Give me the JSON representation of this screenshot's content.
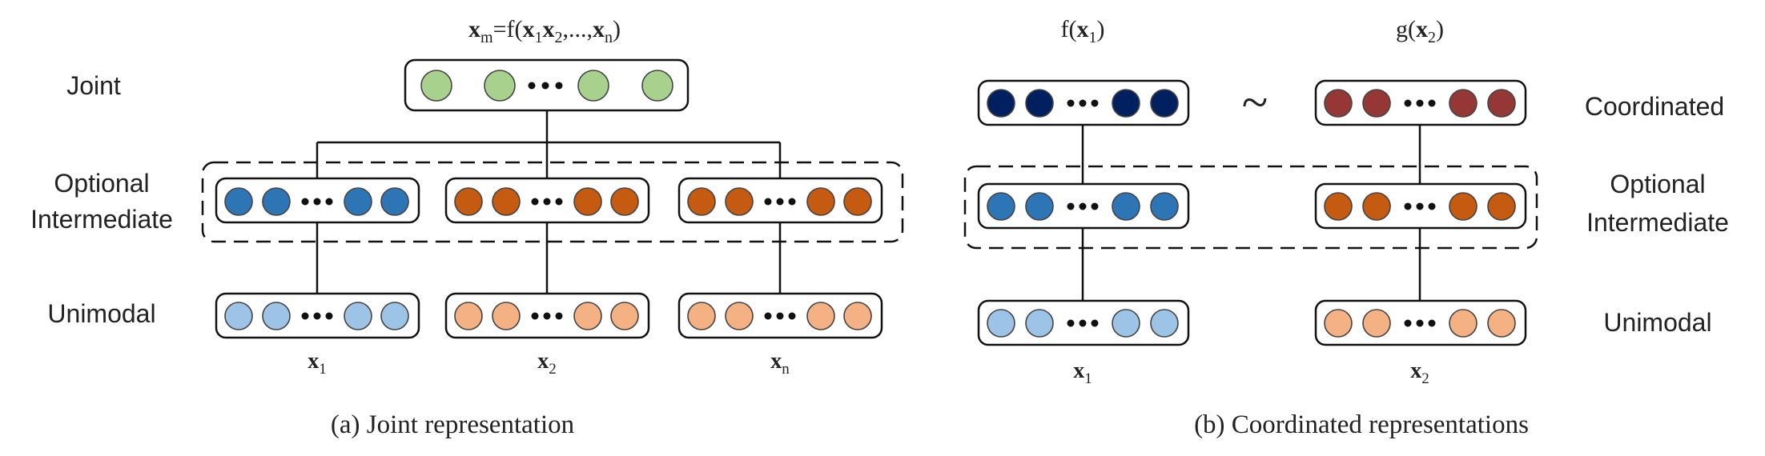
{
  "colors": {
    "green": "#a9d18e",
    "blue": "#2e75b6",
    "orange": "#c55a11",
    "light_blue": "#9dc3e6",
    "light_orange": "#f4b183",
    "navy": "#002060",
    "dark_red": "#953735"
  },
  "panel_a": {
    "top_formula": {
      "parts": [
        {
          "t": "x",
          "w": "bold"
        },
        {
          "t": "m",
          "sub": true
        },
        {
          "t": "=f("
        },
        {
          "t": "x",
          "w": "bold"
        },
        {
          "t": "1",
          "sub": true
        },
        {
          "t": "x",
          "w": "bold"
        },
        {
          "t": "2",
          "sub": true
        },
        {
          "t": ",...,"
        },
        {
          "t": "x",
          "w": "bold"
        },
        {
          "t": "n",
          "sub": true
        },
        {
          "t": ")"
        }
      ]
    },
    "labels": {
      "joint": "Joint",
      "optional_line1": "Optional",
      "optional_line2": "Intermediate",
      "unimodal": "Unimodal"
    },
    "inputs": [
      {
        "var": "x",
        "sub": "1"
      },
      {
        "var": "x",
        "sub": "2"
      },
      {
        "var": "x",
        "sub": "n"
      }
    ],
    "caption": "(a) Joint representation"
  },
  "panel_b": {
    "functions": [
      {
        "name": "f",
        "var": "x",
        "sub": "1"
      },
      {
        "name": "g",
        "var": "x",
        "sub": "2"
      }
    ],
    "similarity_symbol": "~",
    "labels": {
      "coordinated": "Coordinated",
      "optional_line1": "Optional",
      "optional_line2": "Intermediate",
      "unimodal": "Unimodal"
    },
    "inputs": [
      {
        "var": "x",
        "sub": "1"
      },
      {
        "var": "x",
        "sub": "2"
      }
    ],
    "caption": "(b) Coordinated representations"
  }
}
